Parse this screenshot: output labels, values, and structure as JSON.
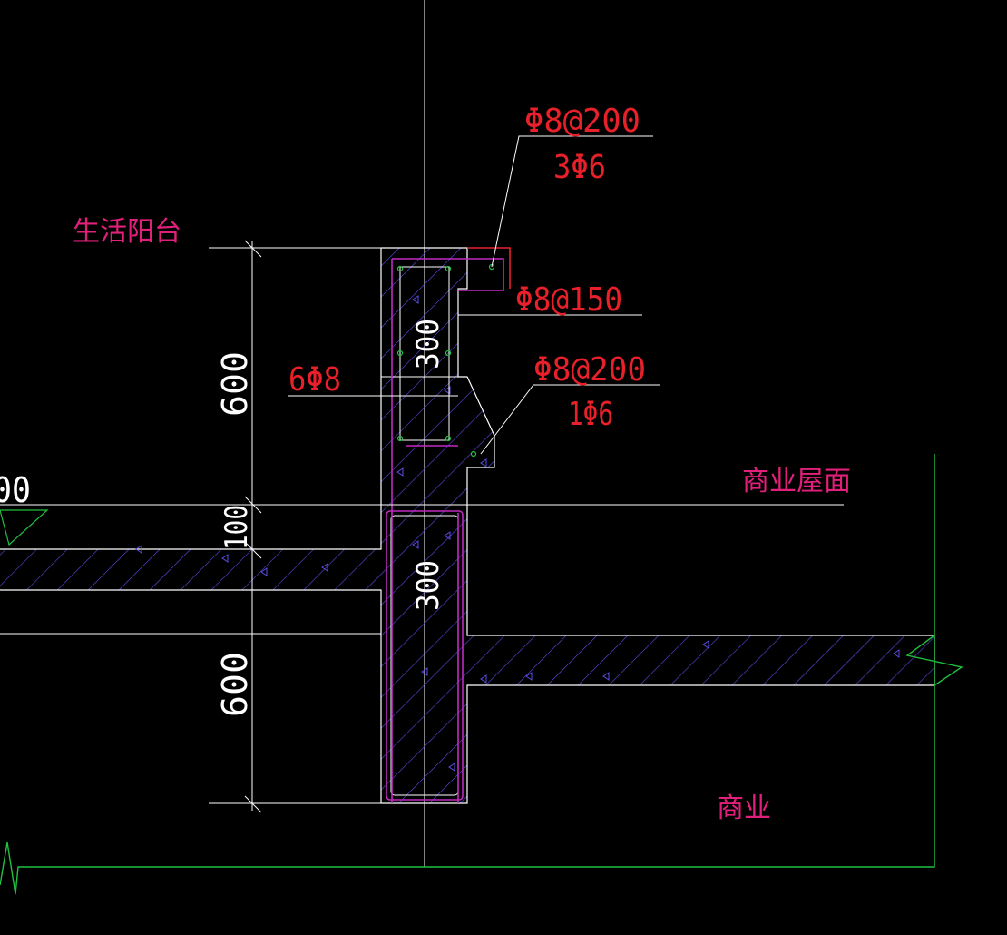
{
  "labels": {
    "room_balcony": "生活阳台",
    "room_roof": "商业屋面",
    "room_commercial": "商业",
    "rebar_top_1": "Φ8@200",
    "rebar_top_2": "3Φ6",
    "rebar_mid": "Φ8@150",
    "rebar_low_1": "Φ8@200",
    "rebar_low_2": "1Φ6",
    "rebar_long": "6Φ8"
  },
  "dimensions": {
    "dim_upper": "600",
    "dim_middle": "100",
    "dim_lower": "600",
    "beam_upper_width": "300",
    "beam_lower_width": "300",
    "elev_left": "00"
  },
  "colors": {
    "background": "#000000",
    "outline": "#ffffff",
    "hatch": "#5a4ee8",
    "rebar": "#c02ac0",
    "rebar_text": "#e8202a",
    "room_text": "#e0207a",
    "border": "#20c040"
  }
}
